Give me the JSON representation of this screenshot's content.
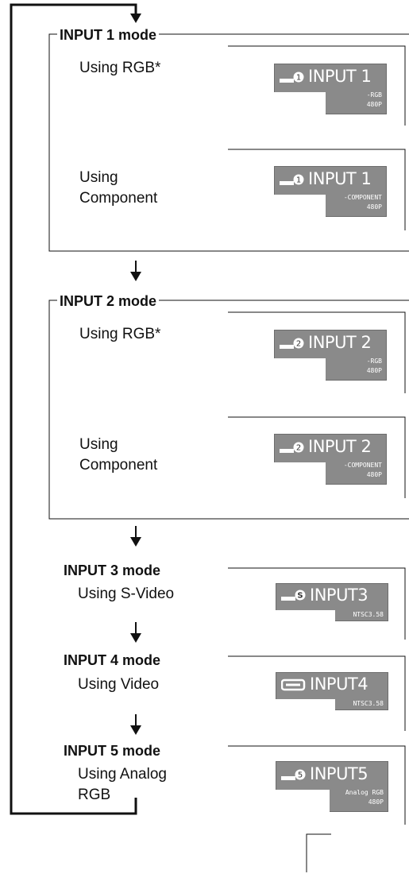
{
  "colors": {
    "osd_bg": "#8a8a8a",
    "line": "#111111"
  },
  "modes": [
    {
      "title": "INPUT 1 mode",
      "options": [
        {
          "label_lines": [
            "Using RGB*"
          ],
          "osd": {
            "name": "INPUT 1",
            "sub": [
              "-RGB",
              "480P"
            ],
            "icon": "input-1-icon"
          }
        },
        {
          "label_lines": [
            "Using",
            "Component"
          ],
          "osd": {
            "name": "INPUT 1",
            "sub": [
              "-COMPONENT",
              "480P"
            ],
            "icon": "input-1-icon"
          }
        }
      ]
    },
    {
      "title": "INPUT 2 mode",
      "options": [
        {
          "label_lines": [
            "Using RGB*"
          ],
          "osd": {
            "name": "INPUT 2",
            "sub": [
              "-RGB",
              "480P"
            ],
            "icon": "input-2-icon"
          }
        },
        {
          "label_lines": [
            "Using",
            "Component"
          ],
          "osd": {
            "name": "INPUT 2",
            "sub": [
              "-COMPONENT",
              "480P"
            ],
            "icon": "input-2-icon"
          }
        }
      ]
    },
    {
      "title": "INPUT 3 mode",
      "options": [
        {
          "label_lines": [
            "Using S-Video"
          ],
          "osd": {
            "name": "INPUT3",
            "sub": [
              "NTSC3.58"
            ],
            "icon": "s-video-icon"
          }
        }
      ]
    },
    {
      "title": "INPUT 4 mode",
      "options": [
        {
          "label_lines": [
            "Using Video"
          ],
          "osd": {
            "name": "INPUT4",
            "sub": [
              "NTSC3.58"
            ],
            "icon": "video-icon"
          }
        }
      ]
    },
    {
      "title": "INPUT 5 mode",
      "options": [
        {
          "label_lines": [
            "Using Analog",
            "RGB"
          ],
          "osd": {
            "name": "INPUT5",
            "sub": [
              "Analog RGB",
              "480P"
            ],
            "icon": "input-5-icon"
          }
        }
      ]
    }
  ]
}
